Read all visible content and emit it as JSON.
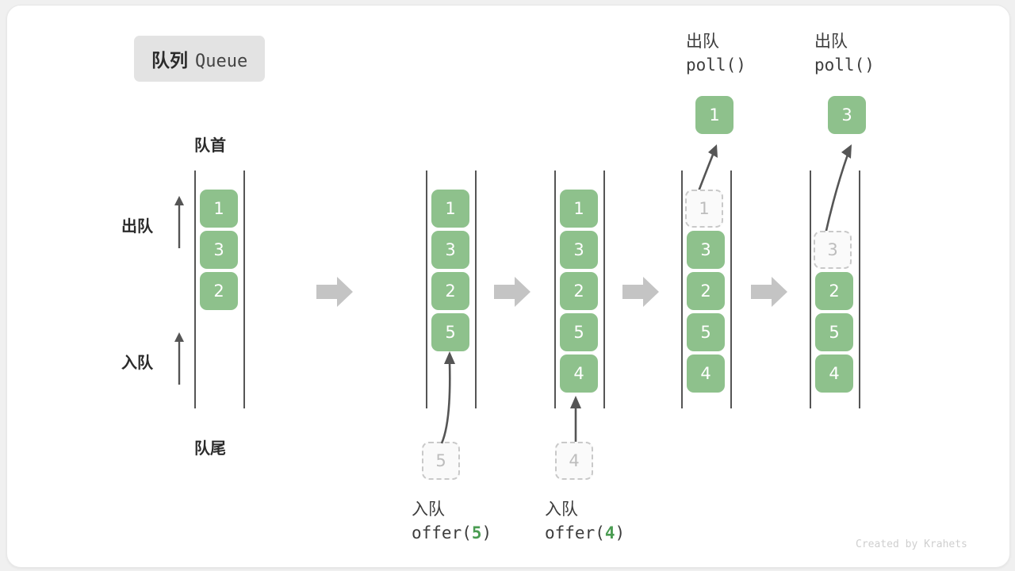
{
  "title": {
    "cn": "队列",
    "en": "Queue"
  },
  "labels": {
    "head": "队首",
    "tail": "队尾",
    "dequeue": "出队",
    "enqueue": "入队"
  },
  "colors": {
    "cell_fill": "#8ec18c",
    "cell_text": "#ffffff",
    "ghost_border": "#c9c9c9",
    "ghost_text": "#bdbdbd",
    "rail": "#555555",
    "flow_arrow": "#c4c4c4",
    "accent_number": "#4a9c52",
    "badge_bg": "#e3e3e3"
  },
  "operations": [
    {
      "cn": "入队",
      "code_prefix": "offer(",
      "code_value": "5",
      "code_suffix": ")"
    },
    {
      "cn": "入队",
      "code_prefix": "offer(",
      "code_value": "4",
      "code_suffix": ")"
    },
    {
      "cn": "出队",
      "code_prefix": "poll(",
      "code_value": "",
      "code_suffix": ")"
    },
    {
      "cn": "出队",
      "code_prefix": "poll(",
      "code_value": "",
      "code_suffix": ")"
    }
  ],
  "stages": [
    {
      "id": "stage-1",
      "cells": [
        "1",
        "3",
        "2"
      ]
    },
    {
      "id": "stage-2",
      "cells": [
        "1",
        "3",
        "2",
        "5"
      ],
      "incoming": "5"
    },
    {
      "id": "stage-3",
      "cells": [
        "1",
        "3",
        "2",
        "5",
        "4"
      ],
      "incoming": "4"
    },
    {
      "id": "stage-4",
      "cells": [
        "1",
        "3",
        "2",
        "5",
        "4"
      ],
      "removed": "1",
      "popped": "1"
    },
    {
      "id": "stage-5",
      "cells": [
        "3",
        "2",
        "5",
        "4"
      ],
      "removed": "3",
      "popped": "3"
    }
  ],
  "credit": "Created by Krahets"
}
